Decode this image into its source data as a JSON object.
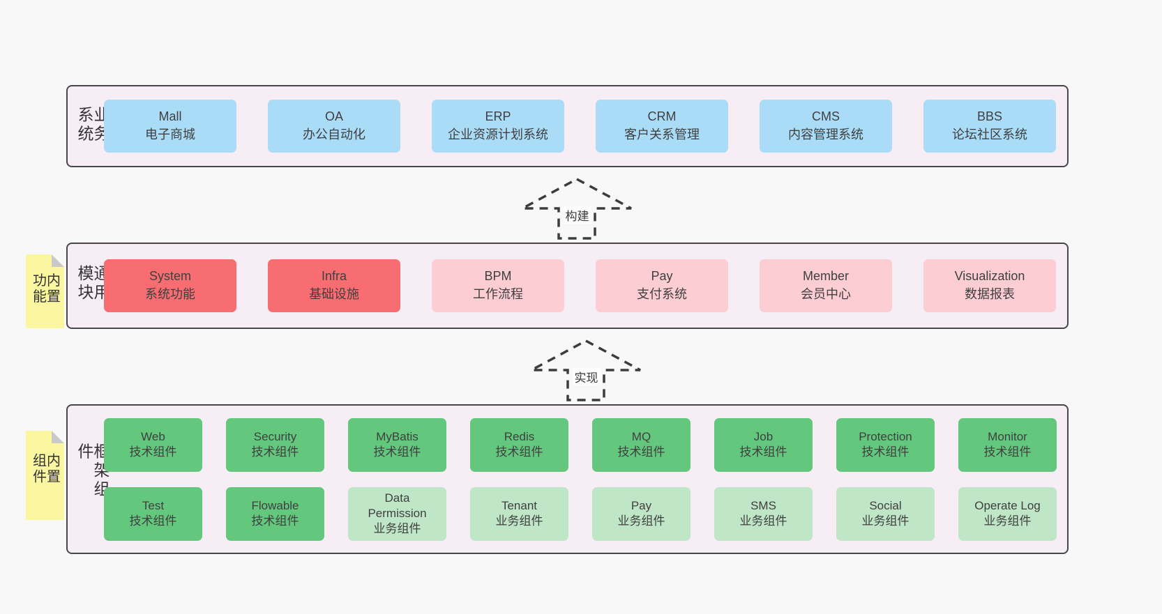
{
  "colors": {
    "page_bg": "#f8f8f8",
    "container_bg": "#f7edf4",
    "container_border": "#474747",
    "box_blue": "#aadcf8",
    "box_red": "#f76d71",
    "box_pink": "#fccdd3",
    "box_green_dark": "#63c77e",
    "box_green_light": "#bfe6c6",
    "sticky_yellow": "#fbf7a0",
    "sticky_fold": "#c9c9c9",
    "text": "#3f3f3f"
  },
  "business": {
    "label": "业务系统",
    "boxes": [
      {
        "title": "Mall",
        "subtitle": "电子商城"
      },
      {
        "title": "OA",
        "subtitle": "办公自动化"
      },
      {
        "title": "ERP",
        "subtitle": "企业资源计划系统"
      },
      {
        "title": "CRM",
        "subtitle": "客户关系管理"
      },
      {
        "title": "CMS",
        "subtitle": "内容管理系统"
      },
      {
        "title": "BBS",
        "subtitle": "论坛社区系统"
      }
    ]
  },
  "arrow_build": {
    "label": "构建"
  },
  "modules": {
    "label": "通用模块",
    "sticky": "内置功能",
    "boxes": [
      {
        "title": "System",
        "subtitle": "系统功能"
      },
      {
        "title": "Infra",
        "subtitle": "基础设施"
      },
      {
        "title": "BPM",
        "subtitle": "工作流程"
      },
      {
        "title": "Pay",
        "subtitle": "支付系统"
      },
      {
        "title": "Member",
        "subtitle": "会员中心"
      },
      {
        "title": "Visualization",
        "subtitle": "数据报表"
      }
    ]
  },
  "arrow_implement": {
    "label": "实现"
  },
  "components": {
    "label": "框架组件",
    "sticky": "内置组件",
    "row1": [
      {
        "title": "Web",
        "subtitle": "技术组件"
      },
      {
        "title": "Security",
        "subtitle": "技术组件"
      },
      {
        "title": "MyBatis",
        "subtitle": "技术组件"
      },
      {
        "title": "Redis",
        "subtitle": "技术组件"
      },
      {
        "title": "MQ",
        "subtitle": "技术组件"
      },
      {
        "title": "Job",
        "subtitle": "技术组件"
      },
      {
        "title": "Protection",
        "subtitle": "技术组件"
      },
      {
        "title": "Monitor",
        "subtitle": "技术组件"
      }
    ],
    "row2": [
      {
        "title": "Test",
        "subtitle": "技术组件"
      },
      {
        "title": "Flowable",
        "subtitle": "技术组件"
      },
      {
        "title": "Data Permission",
        "subtitle": "业务组件"
      },
      {
        "title": "Tenant",
        "subtitle": "业务组件"
      },
      {
        "title": "Pay",
        "subtitle": "业务组件"
      },
      {
        "title": "SMS",
        "subtitle": "业务组件"
      },
      {
        "title": "Social",
        "subtitle": "业务组件"
      },
      {
        "title": "Operate Log",
        "subtitle": "业务组件"
      }
    ]
  }
}
